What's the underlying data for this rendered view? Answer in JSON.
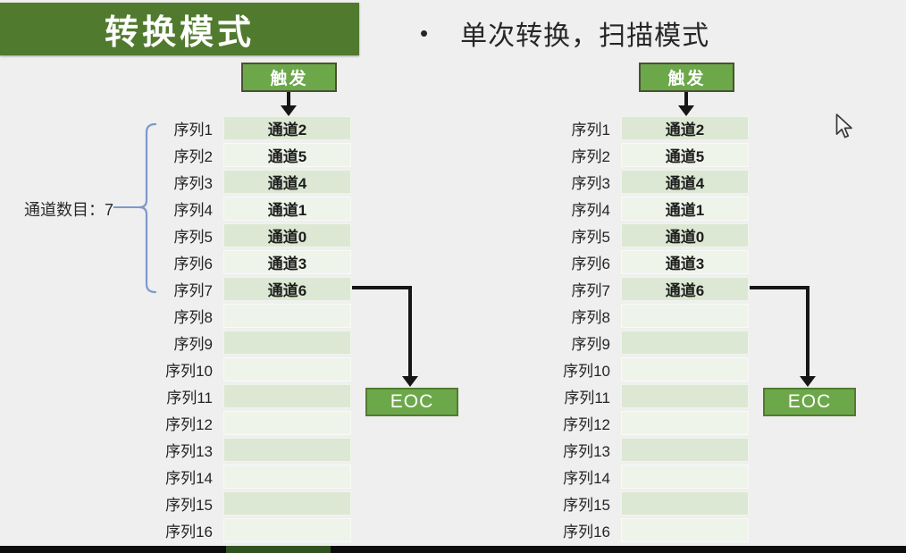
{
  "page": {
    "title": "转换模式",
    "bullet_marker": "•",
    "bullet_text": "单次转换，扫描模式"
  },
  "sequence_table": {
    "trigger_label": "触发",
    "eoc_label": "EOC",
    "channel_count_label": "通道数目：7",
    "rows": [
      {
        "seq": "序列1",
        "channel": "通道2"
      },
      {
        "seq": "序列2",
        "channel": "通道5"
      },
      {
        "seq": "序列3",
        "channel": "通道4"
      },
      {
        "seq": "序列4",
        "channel": "通道1"
      },
      {
        "seq": "序列5",
        "channel": "通道0"
      },
      {
        "seq": "序列6",
        "channel": "通道3"
      },
      {
        "seq": "序列7",
        "channel": "通道6"
      },
      {
        "seq": "序列8",
        "channel": ""
      },
      {
        "seq": "序列9",
        "channel": ""
      },
      {
        "seq": "序列10",
        "channel": ""
      },
      {
        "seq": "序列11",
        "channel": ""
      },
      {
        "seq": "序列12",
        "channel": ""
      },
      {
        "seq": "序列13",
        "channel": ""
      },
      {
        "seq": "序列14",
        "channel": ""
      },
      {
        "seq": "序列15",
        "channel": ""
      },
      {
        "seq": "序列16",
        "channel": ""
      }
    ]
  },
  "colors": {
    "banner_green": "#507a2e",
    "button_green": "#6ca84a",
    "row_dark": "#dce8d3",
    "row_light": "#eff4ea",
    "brace_blue": "#7d99cb",
    "arrow_black": "#161616",
    "background": "#efefef"
  }
}
